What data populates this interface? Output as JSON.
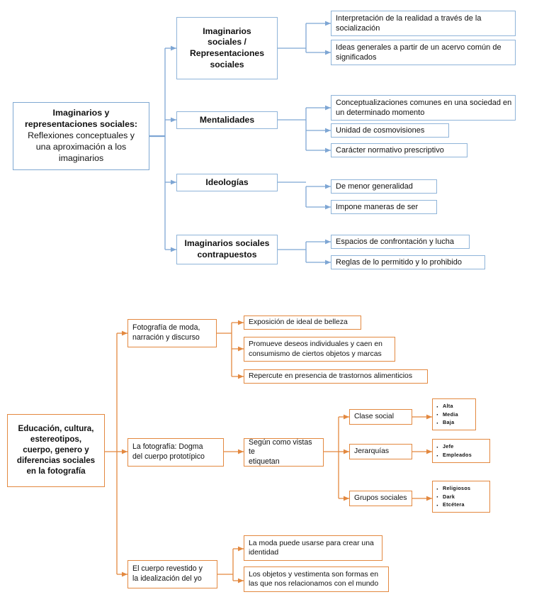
{
  "diagram": {
    "type": "concept-map",
    "title_upper": "Imaginarios y representaciones sociales",
    "title_lower": "Educación, cultura, estereotipos, cuerpo, genero y diferencias sociales en la fotografía",
    "colors": {
      "upper_border": "#8FB4D9",
      "upper_connector": "#7EA6D4",
      "lower_border": "#E3883F",
      "lower_connector": "#E3883F",
      "text": "#111111",
      "background": "#FFFFFF"
    }
  },
  "upper_map": {
    "root": {
      "line1": "Imaginarios y",
      "line2": "representaciones sociales:",
      "line3": "Reflexiones conceptuales y",
      "line4": "una aproximación a los",
      "line5": "imaginarios"
    },
    "branches": [
      {
        "label_line1": "Imaginarios",
        "label_line2": "sociales /",
        "label_line3": "Representaciones",
        "label_line4": "sociales",
        "leaves": [
          "Interpretación de la realidad a través de la socialización",
          "Ideas generales a partir de un acervo común de significados"
        ]
      },
      {
        "label_line1": "Mentalidades",
        "leaves": [
          "Conceptualizaciones comunes en una sociedad en un determinado momento",
          "Unidad de cosmovisiones",
          "Carácter normativo prescriptivo"
        ]
      },
      {
        "label_line1": "Ideologías",
        "leaves": [
          "De menor generalidad",
          "Impone maneras de ser"
        ]
      },
      {
        "label_line1": "Imaginarios sociales",
        "label_line2": "contrapuestos",
        "leaves": [
          "Espacios de confrontación y lucha",
          "Reglas de lo permitido y lo prohibido"
        ]
      }
    ]
  },
  "lower_map": {
    "root": {
      "line1": "Educación, cultura,",
      "line2": "estereotipos,",
      "line3": "cuerpo, genero y",
      "line4": "diferencias sociales",
      "line5": "en la fotografía"
    },
    "branches": [
      {
        "label_line1": "Fotografía de moda,",
        "label_line2": "narración y discurso",
        "leaves": [
          "Exposición de ideal de belleza",
          "Promueve deseos individuales y caen en consumismo de ciertos objetos y marcas",
          "Repercute en presencia de trastornos alimenticios"
        ]
      },
      {
        "label_line1": "La fotografía: Dogma",
        "label_line2": "del cuerpo prototípico",
        "middle": {
          "line1": "Según como vistas te",
          "line2": "etiquetan"
        },
        "categories": [
          {
            "label": "Clase social",
            "items": [
              "Alta",
              "Media",
              "Baja"
            ]
          },
          {
            "label": "Jerarquías",
            "items": [
              "Jefe",
              "Empleados"
            ]
          },
          {
            "label": "Grupos sociales",
            "items": [
              "Religiosos",
              "Dark",
              "Etcétera"
            ]
          }
        ]
      },
      {
        "label_line1": "El cuerpo revestido y",
        "label_line2": "la idealización del yo",
        "leaves": [
          "La moda puede usarse para crear una identidad",
          "Los objetos y vestimenta son formas en las que nos relacionamos con el mundo"
        ]
      }
    ]
  }
}
